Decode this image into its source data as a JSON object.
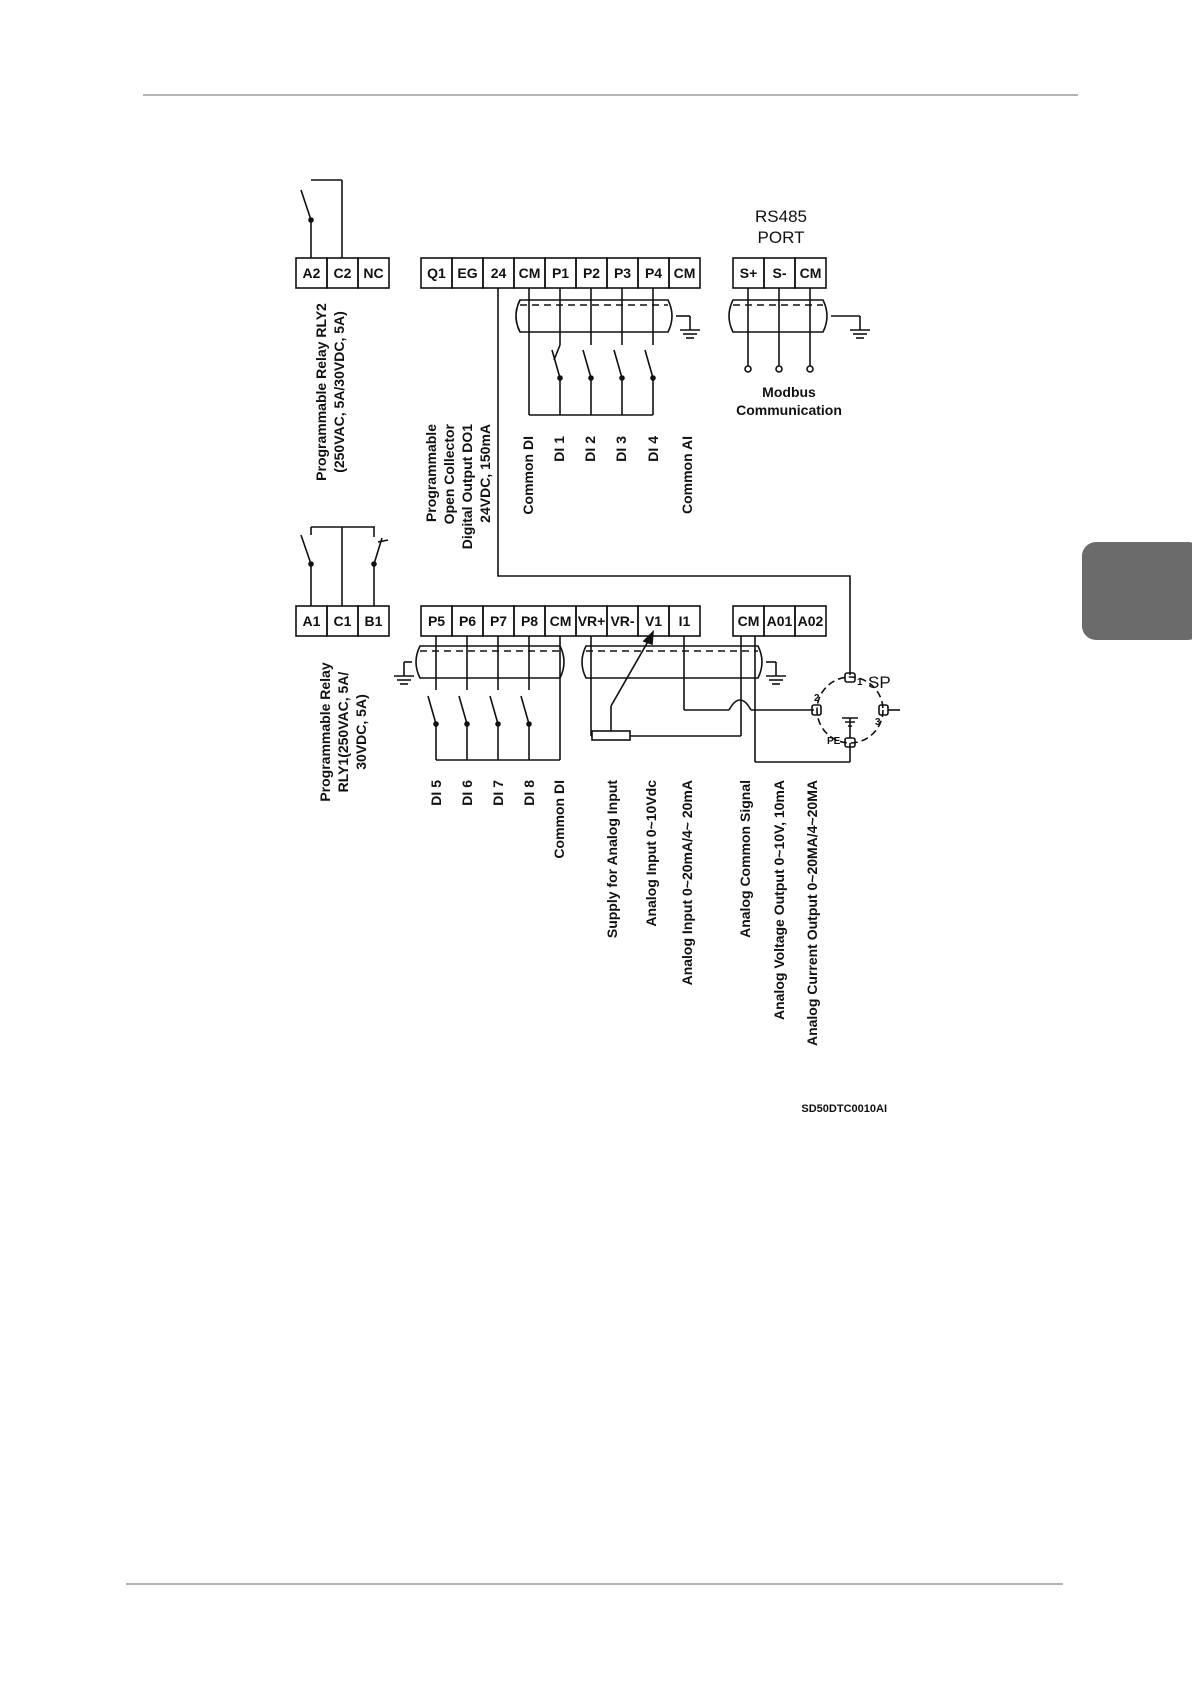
{
  "relay2": {
    "terminals": [
      "A2",
      "C2",
      "NC"
    ],
    "label_lines": [
      "Programmable Relay RLY2",
      "(250VAC, 5A/30VDC, 5A)"
    ]
  },
  "relay1": {
    "terminals": [
      "A1",
      "C1",
      "B1"
    ],
    "label_lines": [
      "Programmable Relay",
      "RLY1(250VAC, 5A/",
      "30VDC, 5A)"
    ]
  },
  "top_block": {
    "terminals": [
      "Q1",
      "EG",
      "24",
      "CM",
      "P1",
      "P2",
      "P3",
      "P4",
      "CM"
    ],
    "do_label_lines": [
      "Programmable",
      "Open Collector",
      "Digital Output DO1",
      "24VDC, 150mA"
    ],
    "signals": [
      "Common DI",
      "DI 1",
      "DI 2",
      "DI 3",
      "DI 4",
      "Common AI"
    ]
  },
  "rs485": {
    "title_lines": [
      "RS485",
      "PORT"
    ],
    "terminals": [
      "S+",
      "S-",
      "CM"
    ],
    "label_lines": [
      "Modbus",
      "Communication"
    ]
  },
  "bottom_block": {
    "terminals": [
      "P5",
      "P6",
      "P7",
      "P8",
      "CM",
      "VR+",
      "VR-",
      "V1",
      "I1"
    ],
    "signals": [
      "DI 5",
      "DI 6",
      "DI 7",
      "DI 8",
      "Common DI",
      "Supply for Analog Input",
      "Analog Input 0~10Vdc",
      "Analog Input  0~20mA/4~ 20mA"
    ]
  },
  "output_block": {
    "terminals": [
      "CM",
      "A01",
      "A02"
    ],
    "signals": [
      "Analog Common Signal",
      "Analog Voltage Output 0~10V, 10mA",
      "Analog Current Output 0~20MA/4~20MA"
    ]
  },
  "sp_connector": {
    "title": "SP",
    "pins": [
      "1",
      "2",
      "3",
      "PE"
    ]
  },
  "figure_code": "SD50DTC0010AI",
  "colors": {
    "ink": "#111111",
    "tab": "#6b6b6b",
    "rule": "#888888"
  }
}
